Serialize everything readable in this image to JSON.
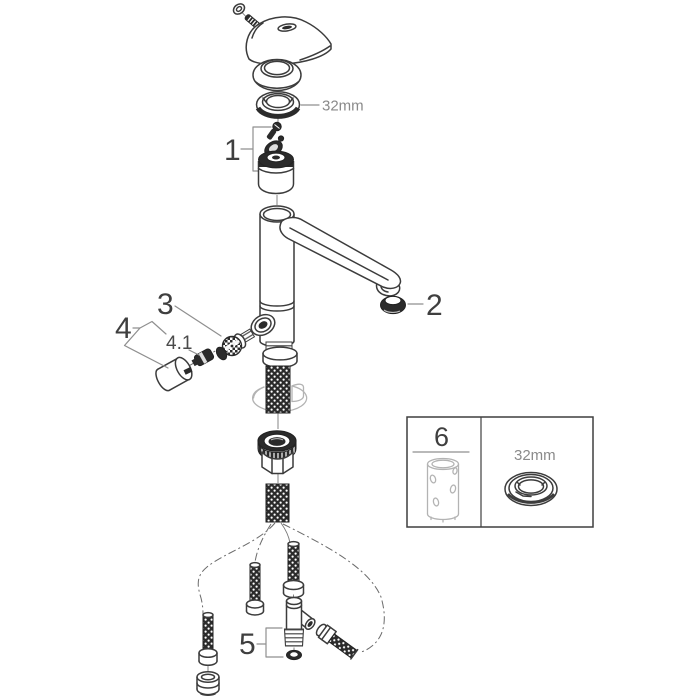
{
  "diagram": {
    "type": "exploded-parts-diagram",
    "subject": "single-lever kitchen faucet",
    "labels": {
      "one": "1",
      "two": "2",
      "three": "3",
      "four": "4",
      "four_one": "4.1",
      "five": "5",
      "six": "6"
    },
    "annotations": {
      "top_ring_size": "32mm",
      "inset_ring_size": "32mm"
    },
    "colors": {
      "ink": "#3c3c3c",
      "dark_fill": "#2b2b2b",
      "leader_line": "#8f8f8f",
      "muted_text": "#8a8a8a",
      "light_sketch": "#b3b3b3",
      "background": "#ffffff"
    }
  }
}
